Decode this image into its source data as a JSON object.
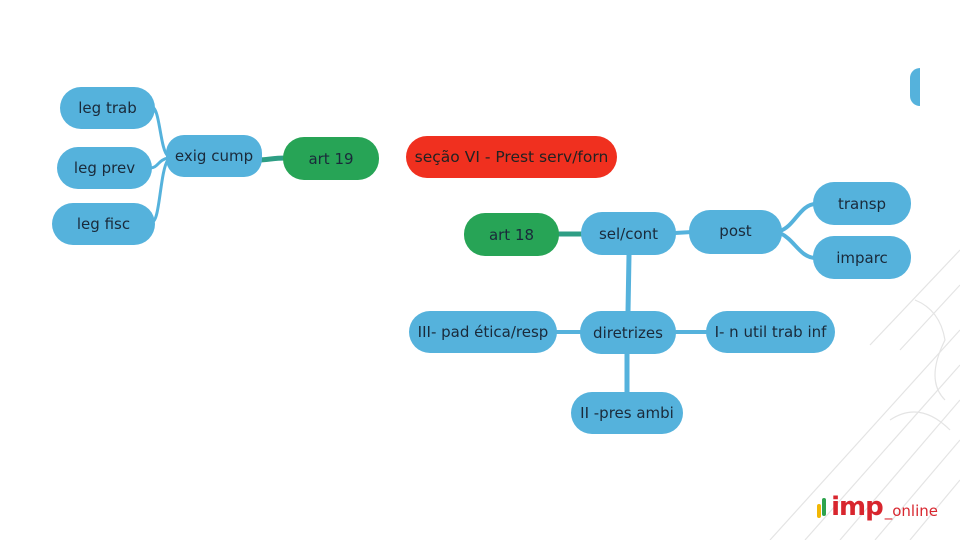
{
  "nodes": {
    "root": "seção VI - Prest serv/forn",
    "art19": "art 19",
    "art18": "art 18",
    "exig_cump": "exig cump",
    "leg_trab": "leg trab",
    "leg_prev": "leg prev",
    "leg_fisc": "leg fisc",
    "sel_cont": "sel/cont",
    "post": "post",
    "transp": "transp",
    "imparc": "imparc",
    "diretrizes": "diretrizes",
    "pad_etica": "III- pad ética/resp",
    "n_util": "I- n util trab inf",
    "pres_ambi": "II -pres ambi"
  },
  "logo": {
    "mark": "imp",
    "suffix": "_online"
  },
  "colors": {
    "blue": "#55b2dc",
    "green": "#27a456",
    "red": "#f0301f",
    "brand": "#d8262e"
  }
}
